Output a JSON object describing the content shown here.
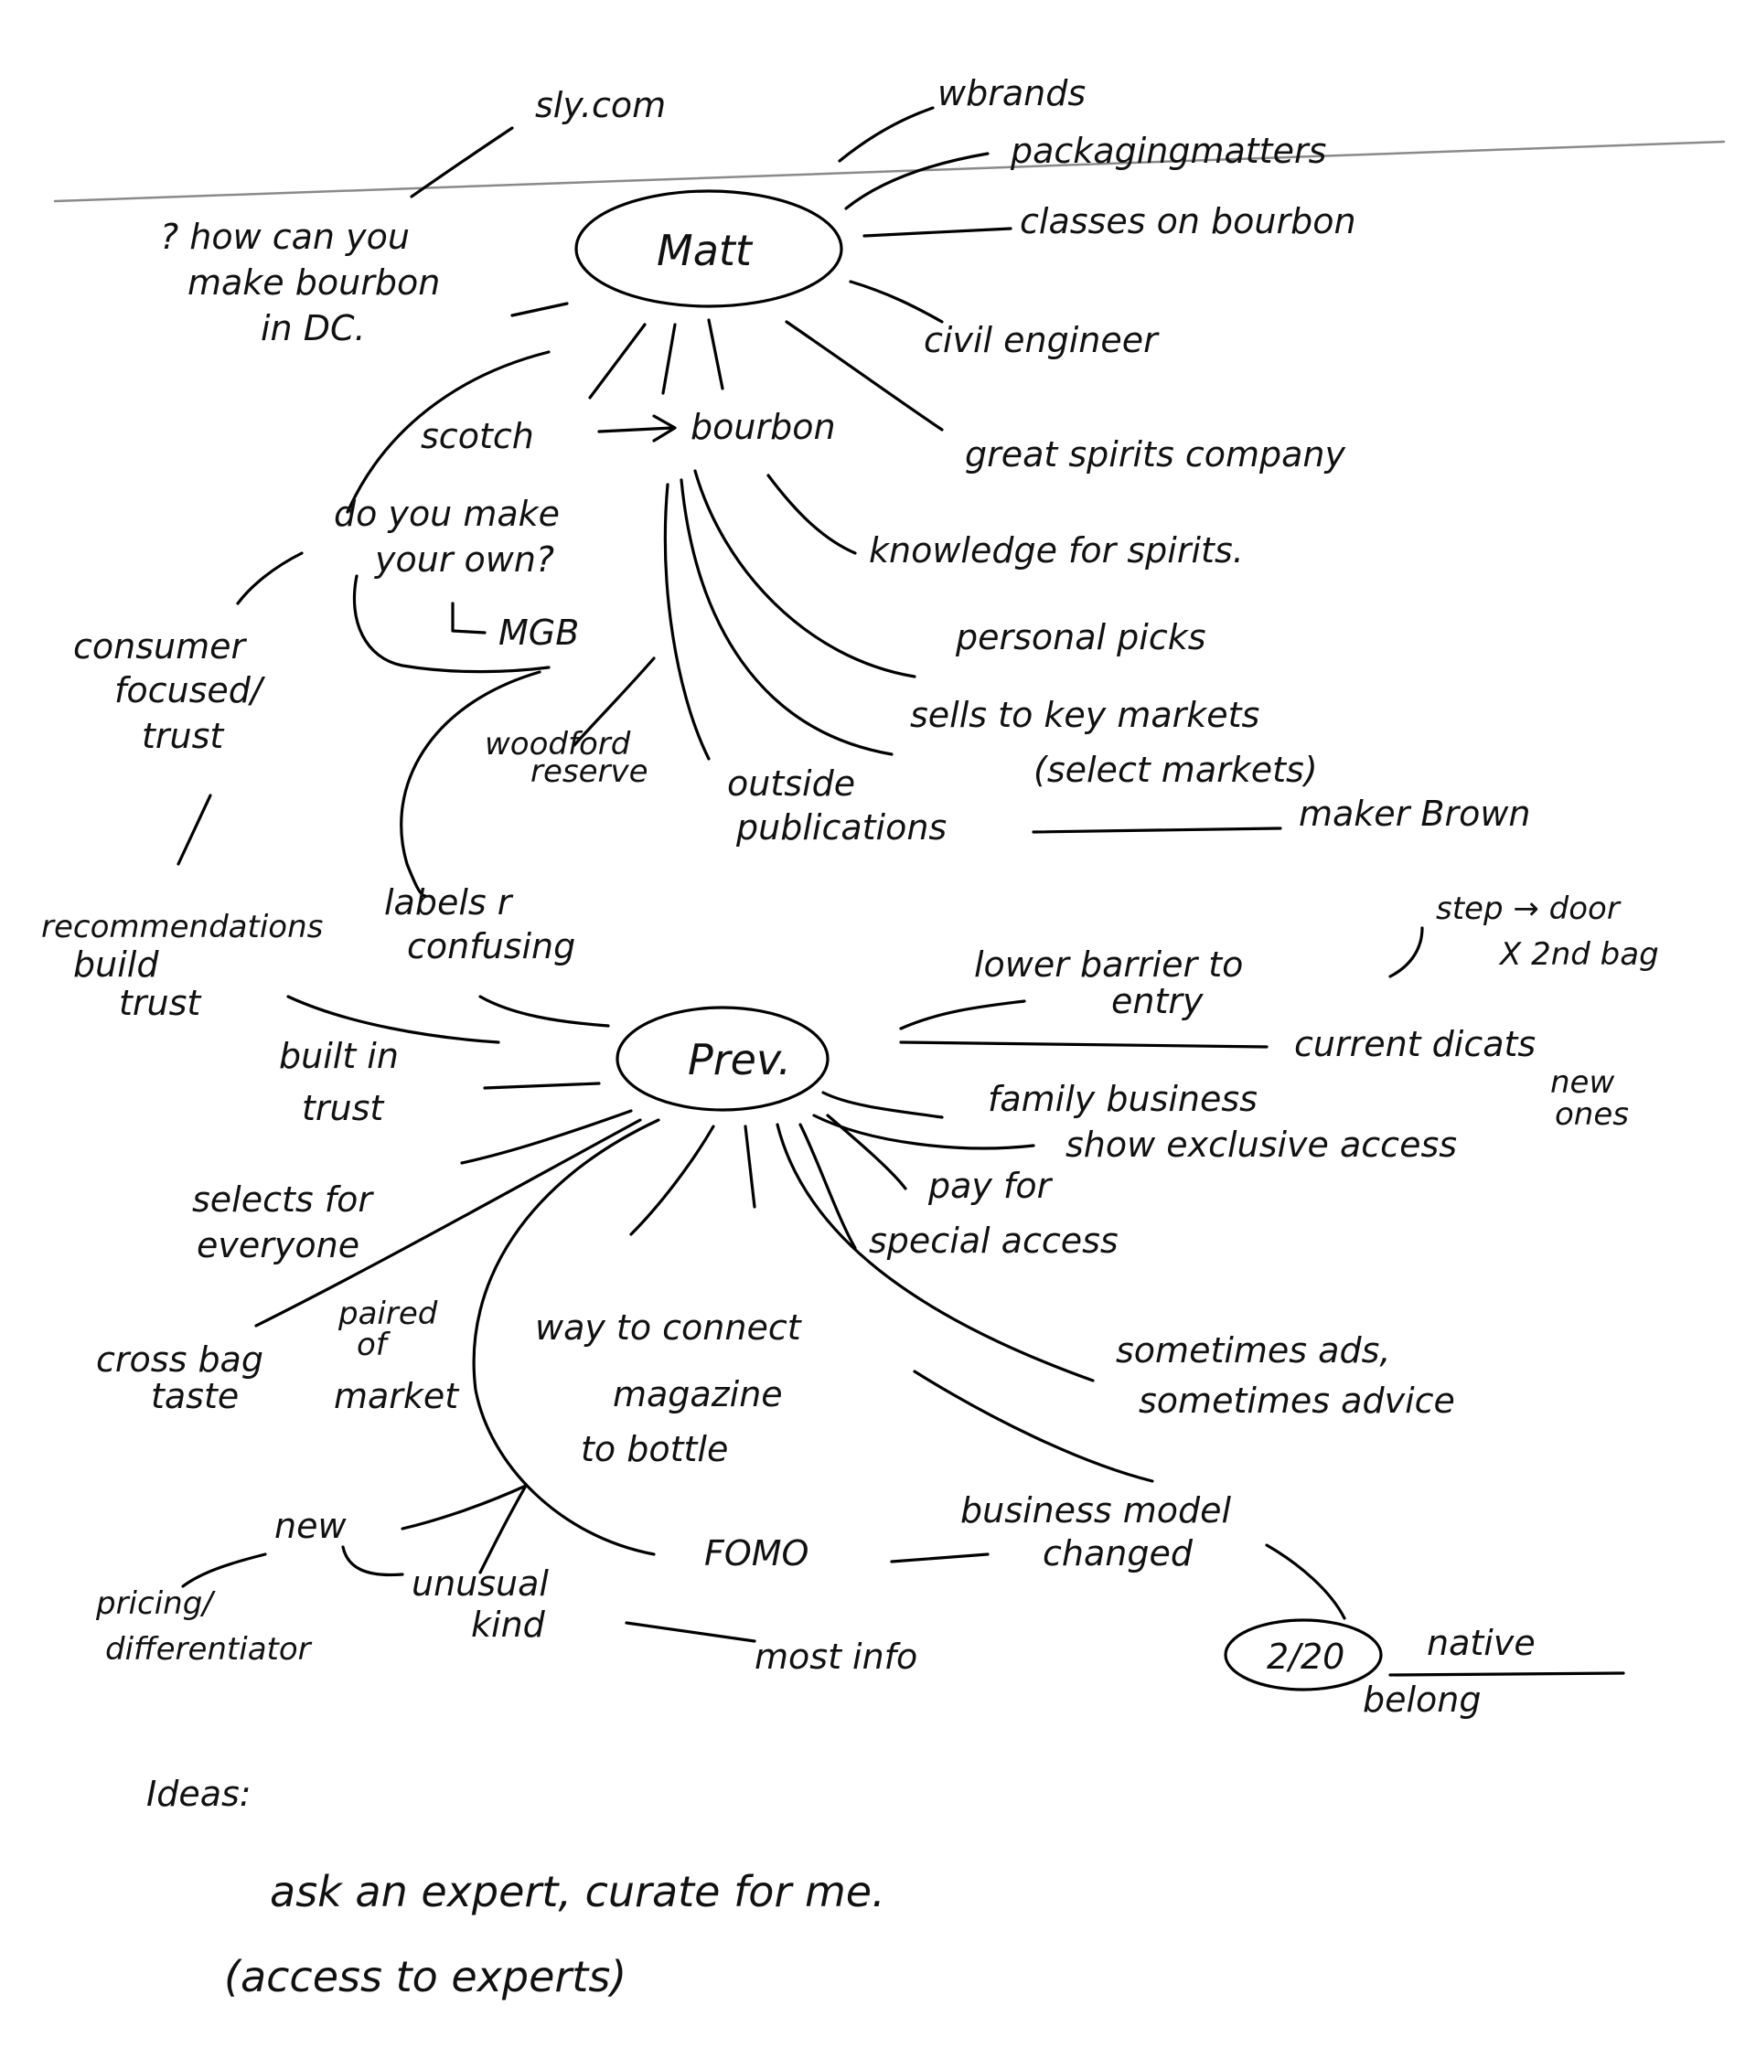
{
  "hub_matt": {
    "name": "Matt",
    "branches": {
      "website": "sly.com",
      "brands": "wbrands",
      "packaging": "packagingmatters",
      "classes": "classes on bourbon",
      "engineer": "civil engineer",
      "question": [
        "? how can you",
        "make bourbon",
        "in DC."
      ],
      "scotch": "scotch",
      "bourbon": "bourbon",
      "spirits_company": "great spirits company",
      "knowledge": "knowledge for spirits.",
      "personal": "personal picks",
      "sells": "sells to key markets",
      "select": "(select markets)",
      "make_own": [
        "do you make",
        "your own?"
      ],
      "mgb": "MGB",
      "woodford": [
        "woodford",
        "reserve"
      ],
      "outside": [
        "outside",
        "publications"
      ],
      "maker": "maker Brown"
    }
  },
  "hub_prev": {
    "name": "Prev.",
    "branches": {
      "consumer": [
        "consumer",
        "focused/",
        "trust"
      ],
      "recommend": "recommendations",
      "build_trust": [
        "build",
        "trust"
      ],
      "labels": [
        "labels r",
        "confusing"
      ],
      "built_in": [
        "built in",
        "trust"
      ],
      "lower_barrier": [
        "lower barrier to",
        "entry"
      ],
      "step": "step → door",
      "second": "X 2nd bag",
      "current": "current dicats",
      "new_ones": [
        "new",
        "ones"
      ],
      "family": "family business",
      "exclusive": "show exclusive access",
      "pay": "pay for",
      "special": "special access",
      "selects": [
        "selects for",
        "everyone"
      ],
      "cross": [
        "cross bag",
        "taste"
      ],
      "paired": [
        "paired",
        "of"
      ],
      "market": "market",
      "connect": "way to connect",
      "magazine": [
        "magazine",
        "to bottle"
      ],
      "ads": "sometimes ads,",
      "advice": "sometimes advice",
      "fomo": "FOMO",
      "business": [
        "business model",
        "changed"
      ],
      "date": "2/20",
      "native": "native",
      "belong": "belong",
      "new": "new",
      "pricing": [
        "pricing/",
        "differentiator"
      ],
      "unusual": [
        "unusual",
        "kind"
      ],
      "most_info": "most info"
    }
  },
  "ideas": {
    "heading": "Ideas:",
    "line1": "ask an expert, curate for me.",
    "line2": "(access to experts)"
  }
}
